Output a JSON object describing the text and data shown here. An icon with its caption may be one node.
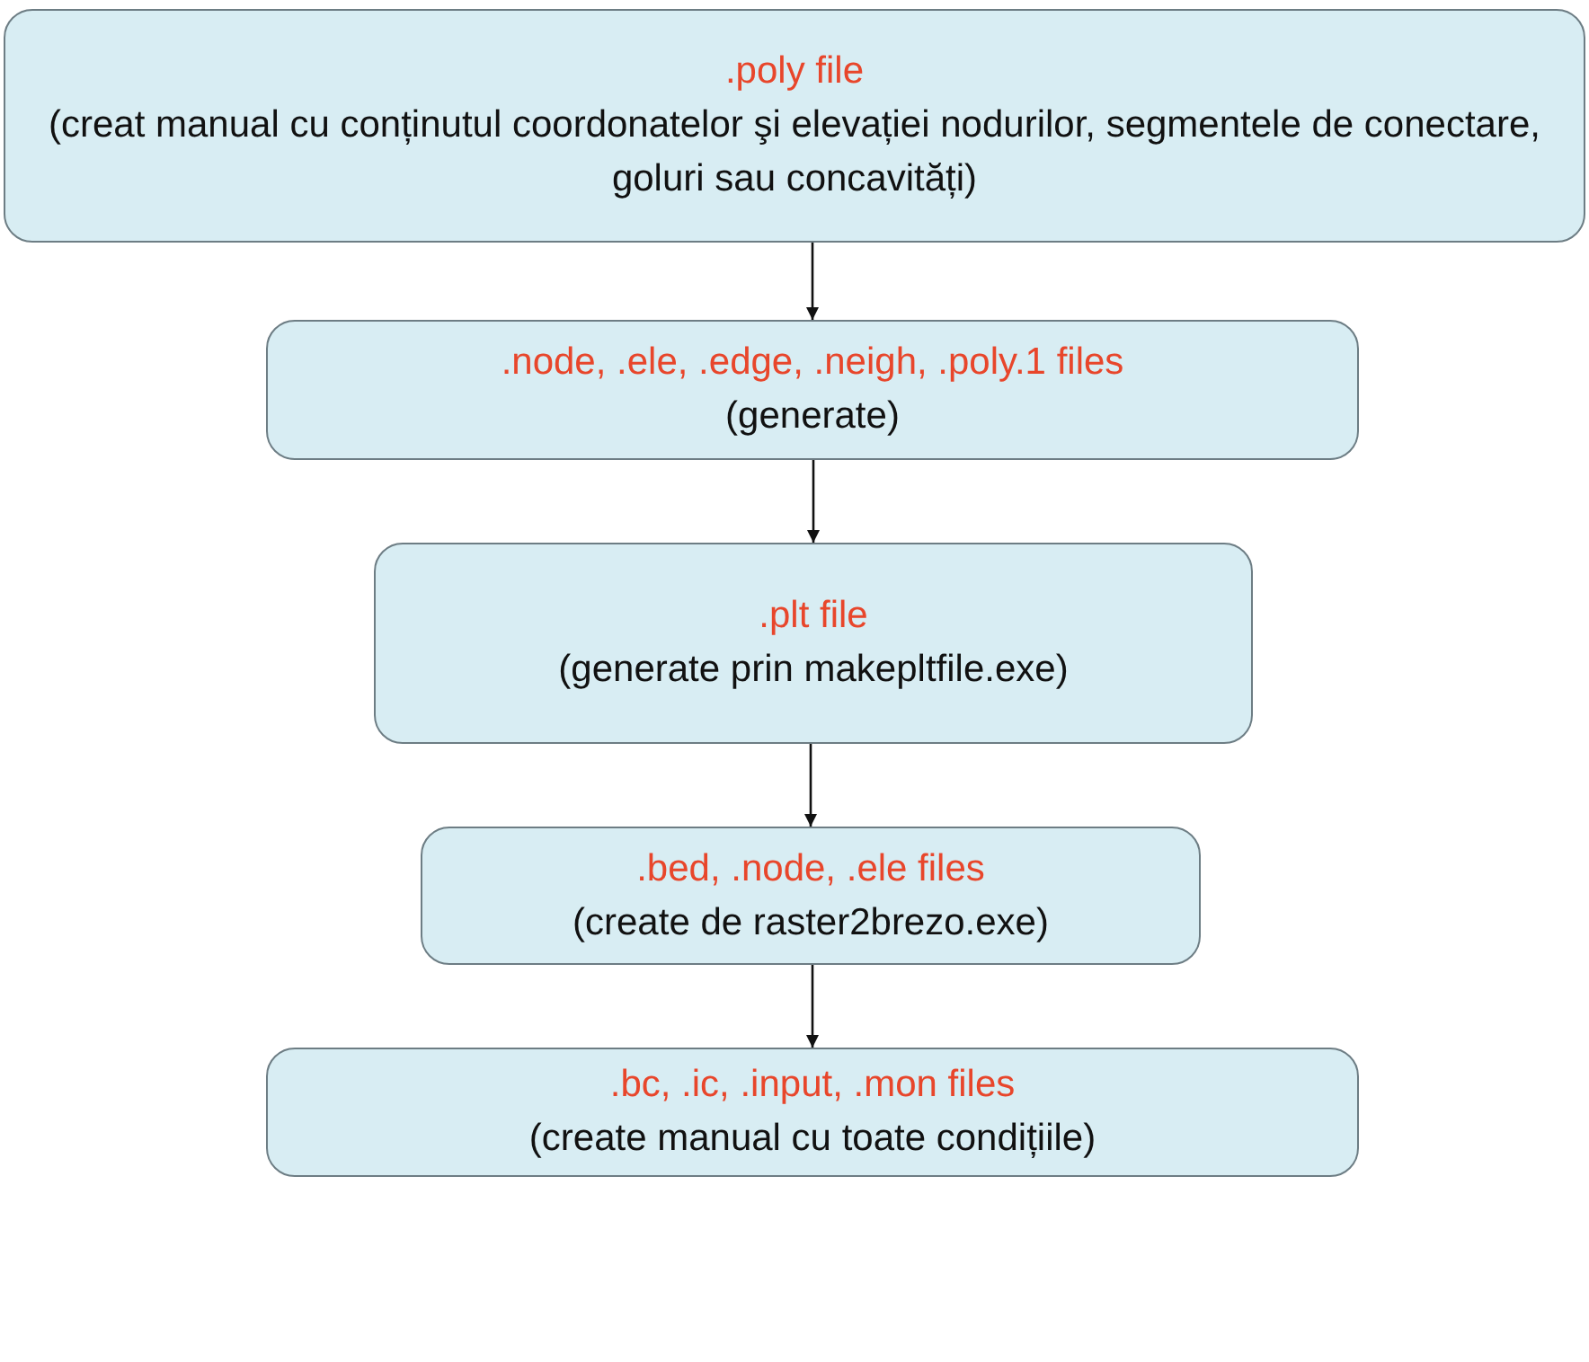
{
  "diagram": {
    "nodes": [
      {
        "text": [
          ".poly file",
          "(creat manual cu conținutul coordonatelor şi elevației nodurilor, segmentele de conectare, goluri sau concavități)"
        ]
      },
      {
        "text": [
          ".node, .ele, .edge, .neigh, .poly.1 files",
          "(generate)"
        ]
      },
      {
        "text": [
          ".plt file",
          "(generate prin makepltfile.exe)"
        ]
      },
      {
        "text": [
          ".bed, .node, .ele files",
          "(create de raster2brezo.exe)"
        ]
      },
      {
        "text": [
          ".bc, .ic, .input, .mon files",
          "(create manual cu toate condițiile)"
        ]
      }
    ],
    "edges": [
      {
        "from": 0,
        "to": 1,
        "arrow": "to"
      },
      {
        "from": 1,
        "to": 2,
        "arrow": "to"
      },
      {
        "from": 2,
        "to": 3,
        "arrow": "to"
      },
      {
        "from": 3,
        "to": 4,
        "arrow": "to"
      }
    ]
  }
}
